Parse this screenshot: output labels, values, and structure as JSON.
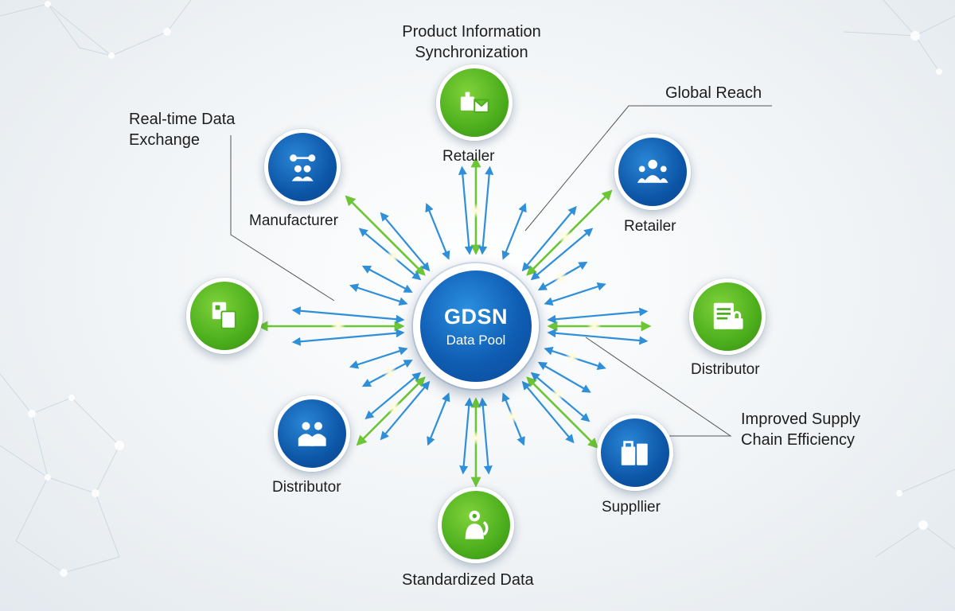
{
  "hub": {
    "title": "GDSN",
    "subtitle": "Data Pool"
  },
  "nodes": {
    "top": {
      "label": "Retailer",
      "color": "green",
      "icon": "package-envelope-icon"
    },
    "upper_left": {
      "label": "Manufacturer",
      "color": "blue",
      "icon": "people-network-icon"
    },
    "upper_right": {
      "label": "Retailer",
      "color": "blue",
      "icon": "people-icon"
    },
    "left": {
      "label": "",
      "color": "green",
      "icon": "documents-icon"
    },
    "right": {
      "label": "Distributor",
      "color": "green",
      "icon": "document-lock-icon"
    },
    "lower_left": {
      "label": "Distributor",
      "color": "blue",
      "icon": "two-people-icon"
    },
    "lower_right": {
      "label": "Suppllier",
      "color": "blue",
      "icon": "boxes-icon"
    },
    "bottom": {
      "label": "",
      "color": "green",
      "icon": "person-gear-icon"
    }
  },
  "callouts": {
    "sync_line1": "Product Information",
    "sync_line2": "Synchronization",
    "realtime_line1": "Real-time Data",
    "realtime_line2": "Exchange",
    "global": "Global Reach",
    "efficiency_line1": "Improved Supply",
    "efficiency_line2": "Chain Efficiency",
    "standardized": "Standardized Data"
  },
  "colors": {
    "blue": "#0d56a7",
    "green": "#4cae1d",
    "arrow_blue": "#2f8fd8",
    "arrow_green": "#6cc534"
  }
}
